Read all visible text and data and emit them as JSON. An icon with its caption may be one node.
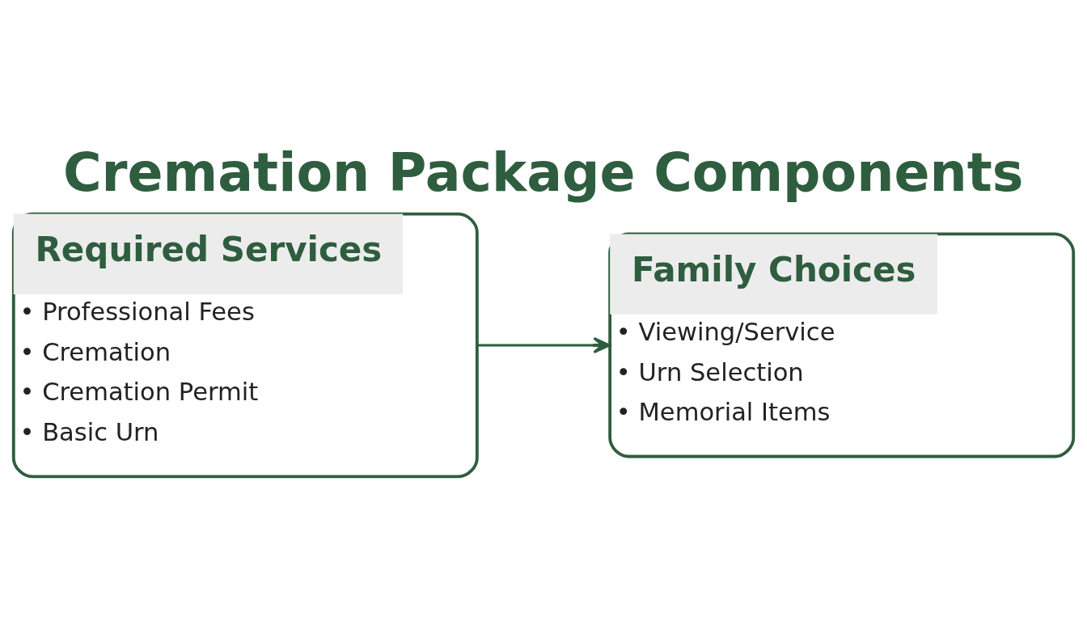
{
  "diagram": {
    "title": "Cremation Package Components",
    "nodes": [
      {
        "text": [
          "Required Services",
          "• Professional Fees",
          "• Cremation",
          "• Cremation Permit",
          "• Basic Urn"
        ]
      },
      {
        "text": [
          "Family Choices",
          "• Viewing/Service",
          "• Urn Selection",
          "• Memorial Items"
        ]
      }
    ],
    "edges": [
      {
        "from": 0,
        "to": 1,
        "arrow": "to"
      }
    ]
  }
}
